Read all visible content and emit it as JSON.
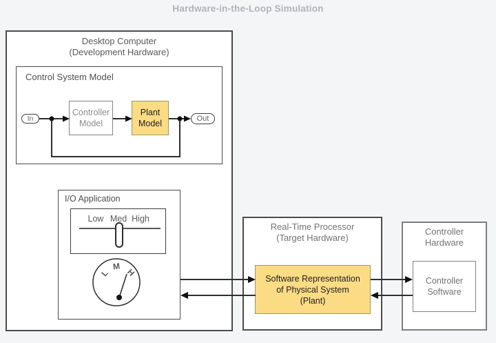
{
  "title": "Hardware-in-the-Loop Simulation",
  "colors": {
    "background": "#f4f5f7",
    "box_fill": "#ffffff",
    "highlight_yellow": "#fbdc84",
    "border_dark": "#4b4b4b",
    "border_gray": "#828282",
    "line": "#2e2e2e",
    "title_gray": "#b0b3b8"
  },
  "desktop_computer": {
    "line1": "Desktop Computer",
    "line2": "(Development Hardware)"
  },
  "control_system_model": {
    "label": "Control System Model",
    "in_port": "In",
    "out_port": "Out",
    "controller_model": {
      "line1": "Controller",
      "line2": "Model"
    },
    "plant_model": {
      "line1": "Plant",
      "line2": "Model"
    }
  },
  "io_application": {
    "label": "I/O Application",
    "slider": {
      "labels": [
        "Low",
        "Med",
        "High"
      ],
      "value": "Med"
    },
    "gauge": {
      "labels": [
        "L",
        "M",
        "H"
      ]
    }
  },
  "real_time_processor": {
    "line1": "Real-Time Processor",
    "line2": "(Target Hardware)",
    "software_representation": {
      "line1": "Software Representation",
      "line2": "of Physical System",
      "line3": "(Plant)"
    }
  },
  "controller_hardware": {
    "line1": "Controller",
    "line2": "Hardware",
    "controller_software": {
      "line1": "Controller",
      "line2": "Software"
    }
  }
}
